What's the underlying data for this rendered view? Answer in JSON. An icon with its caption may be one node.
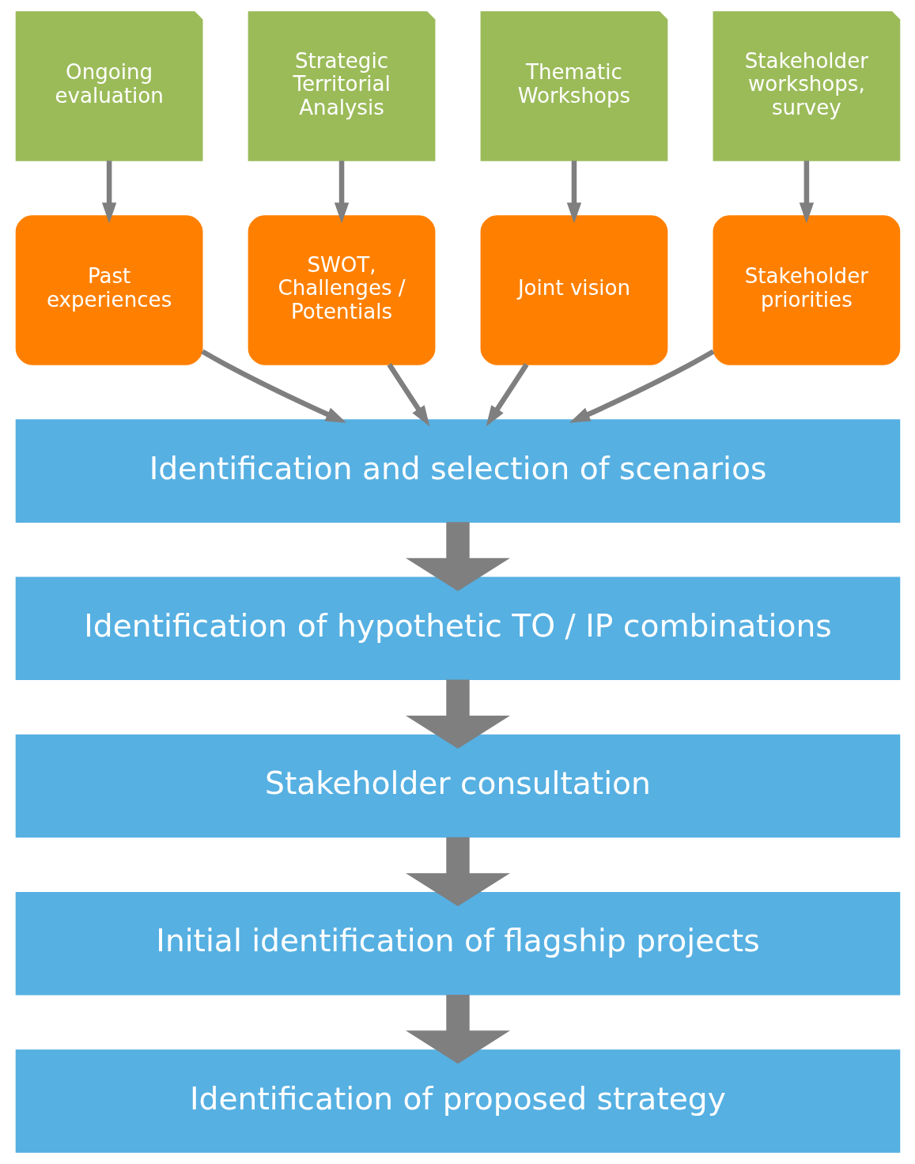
{
  "diagram": {
    "nodes": [
      {
        "text": [
          "Ongoing evaluation"
        ]
      },
      {
        "text": [
          "Strategic Territorial Analysis"
        ]
      },
      {
        "text": [
          "Thematic Workshops"
        ]
      },
      {
        "text": [
          "Stakeholder workshops, survey"
        ]
      },
      {
        "text": [
          "Past experiences"
        ]
      },
      {
        "text": [
          "SWOT, Challenges / Potentials"
        ]
      },
      {
        "text": [
          "Joint vision"
        ]
      },
      {
        "text": [
          "Stakeholder priorities"
        ]
      },
      {
        "text": [
          "Identification and selection of scenarios"
        ]
      },
      {
        "text": [
          "Identification of hypothetic TO / IP combinations"
        ]
      },
      {
        "text": [
          "Stakeholder consultation"
        ]
      },
      {
        "text": [
          "Initial identification of flagship projects"
        ]
      },
      {
        "text": [
          "Identification of proposed strategy"
        ]
      }
    ],
    "edges": [
      {
        "from": 0,
        "to": 4,
        "arrow": "to"
      },
      {
        "from": 1,
        "to": 5,
        "arrow": "to"
      },
      {
        "from": 2,
        "to": 6,
        "arrow": "to"
      },
      {
        "from": 3,
        "to": 7,
        "arrow": "to"
      },
      {
        "from": 4,
        "to": 8,
        "arrow": "to"
      },
      {
        "from": 5,
        "to": 8,
        "arrow": "to"
      },
      {
        "from": 6,
        "to": 8,
        "arrow": "to"
      },
      {
        "from": 7,
        "to": 8,
        "arrow": "to"
      },
      {
        "from": 8,
        "to": 9,
        "arrow": "to",
        "style": "thick"
      },
      {
        "from": 9,
        "to": 10,
        "arrow": "to",
        "style": "thick"
      },
      {
        "from": 10,
        "to": 11,
        "arrow": "to",
        "style": "thick"
      },
      {
        "from": 11,
        "to": 12,
        "arrow": "to",
        "style": "thick"
      }
    ]
  }
}
